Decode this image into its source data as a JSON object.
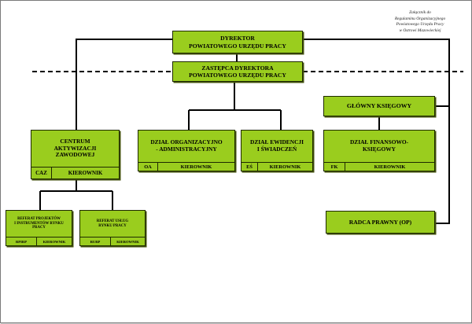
{
  "annex": {
    "lines": [
      "Załącznik do",
      "Regulaminu Organizacyjnego",
      "Powiatowego Urzędu Pracy",
      "w Ostrowi Mazowieckiej"
    ]
  },
  "director": {
    "line1": "DYREKTOR",
    "line2": "POWIATOWEGO URZĘDU PRACY"
  },
  "deputy": {
    "line1": "ZASTĘPCA DYREKTORA",
    "line2": "POWIATOWEGO URZĘDU PRACY"
  },
  "chief_accountant": {
    "title": "GŁÓWNY KSIĘGOWY"
  },
  "legal_counsel": {
    "title": "RADCA PRAWNY (OP)"
  },
  "caz": {
    "line1": "CENTRUM",
    "line2": "AKTYWIZACJI",
    "line3": "ZAWODOWEJ",
    "code": "CAZ",
    "head": "KIEROWNIK"
  },
  "oa": {
    "line1": "DZIAŁ ORGANIZACYJNO",
    "line2": "- ADMINISTRACYJNY",
    "code": "OA",
    "head": "KIEROWNIK"
  },
  "es": {
    "line1": "DZIAŁ EWIDENCJI",
    "line2": "I ŚWIADCZEŃ",
    "code": "EŚ",
    "head": "KIEROWNIK"
  },
  "fk": {
    "line1": "DZIAŁ FINANSOWO-",
    "line2": "KSIĘGOWY",
    "code": "FK",
    "head": "KIEROWNIK"
  },
  "rpirp": {
    "line1": "REFERAT PROJEKTÓW",
    "line2": "I INSTRUMENTÓW RYNKU",
    "line3": "PRACY",
    "code": "RPIRP",
    "head": "KIEROWNIK"
  },
  "rurp": {
    "line1": "REFERAT USŁUG",
    "line2": "RYNKU PRACY",
    "code": "RURP",
    "head": "KIEROWNIK"
  },
  "colors": {
    "box_fill": "#9acd1e",
    "border": "#1e2a00",
    "line": "#000000"
  }
}
